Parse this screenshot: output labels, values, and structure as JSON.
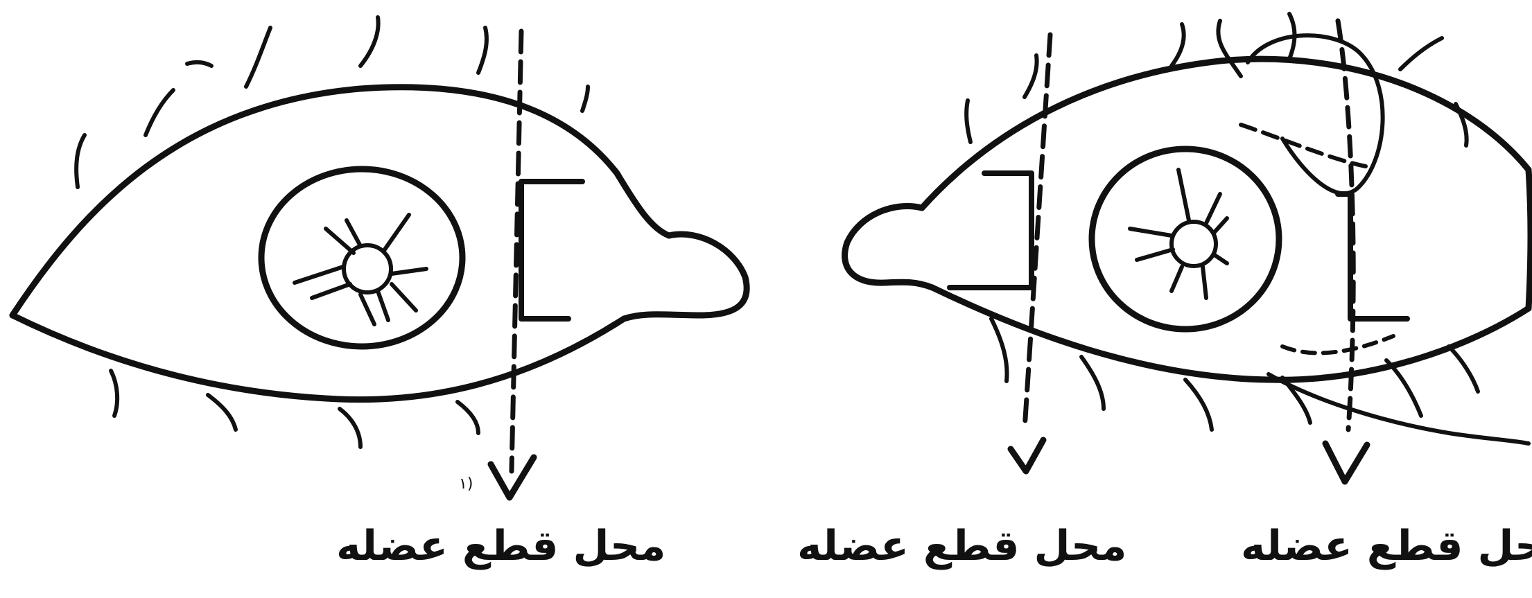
{
  "labels": {
    "left": "محل قطع عضله",
    "middle": "محل قطع عضله",
    "right": "محل قطع عضله"
  },
  "left_eye_note": "۱)",
  "colors": {
    "ink": "#111111",
    "paper": "#ffffff"
  }
}
